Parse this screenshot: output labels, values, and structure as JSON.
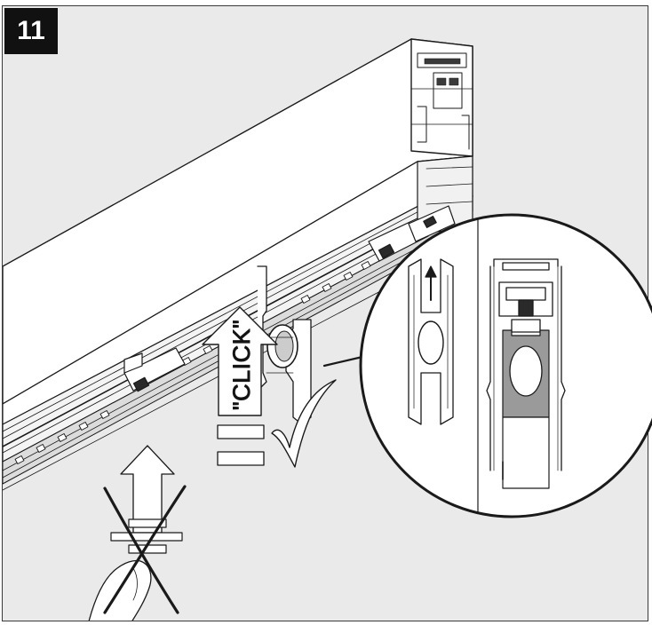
{
  "step": {
    "number": "11"
  },
  "callout": {
    "click_text": "\"CLICK\""
  },
  "colors": {
    "background": "#eaeaea",
    "line": "#1a1a1a",
    "badge": "#111111",
    "highlight": "#9a9a9a"
  },
  "icons": [
    "up-arrow-icon",
    "check-mark-icon",
    "cross-mark-icon",
    "finger-icon",
    "magnifier-callout"
  ]
}
